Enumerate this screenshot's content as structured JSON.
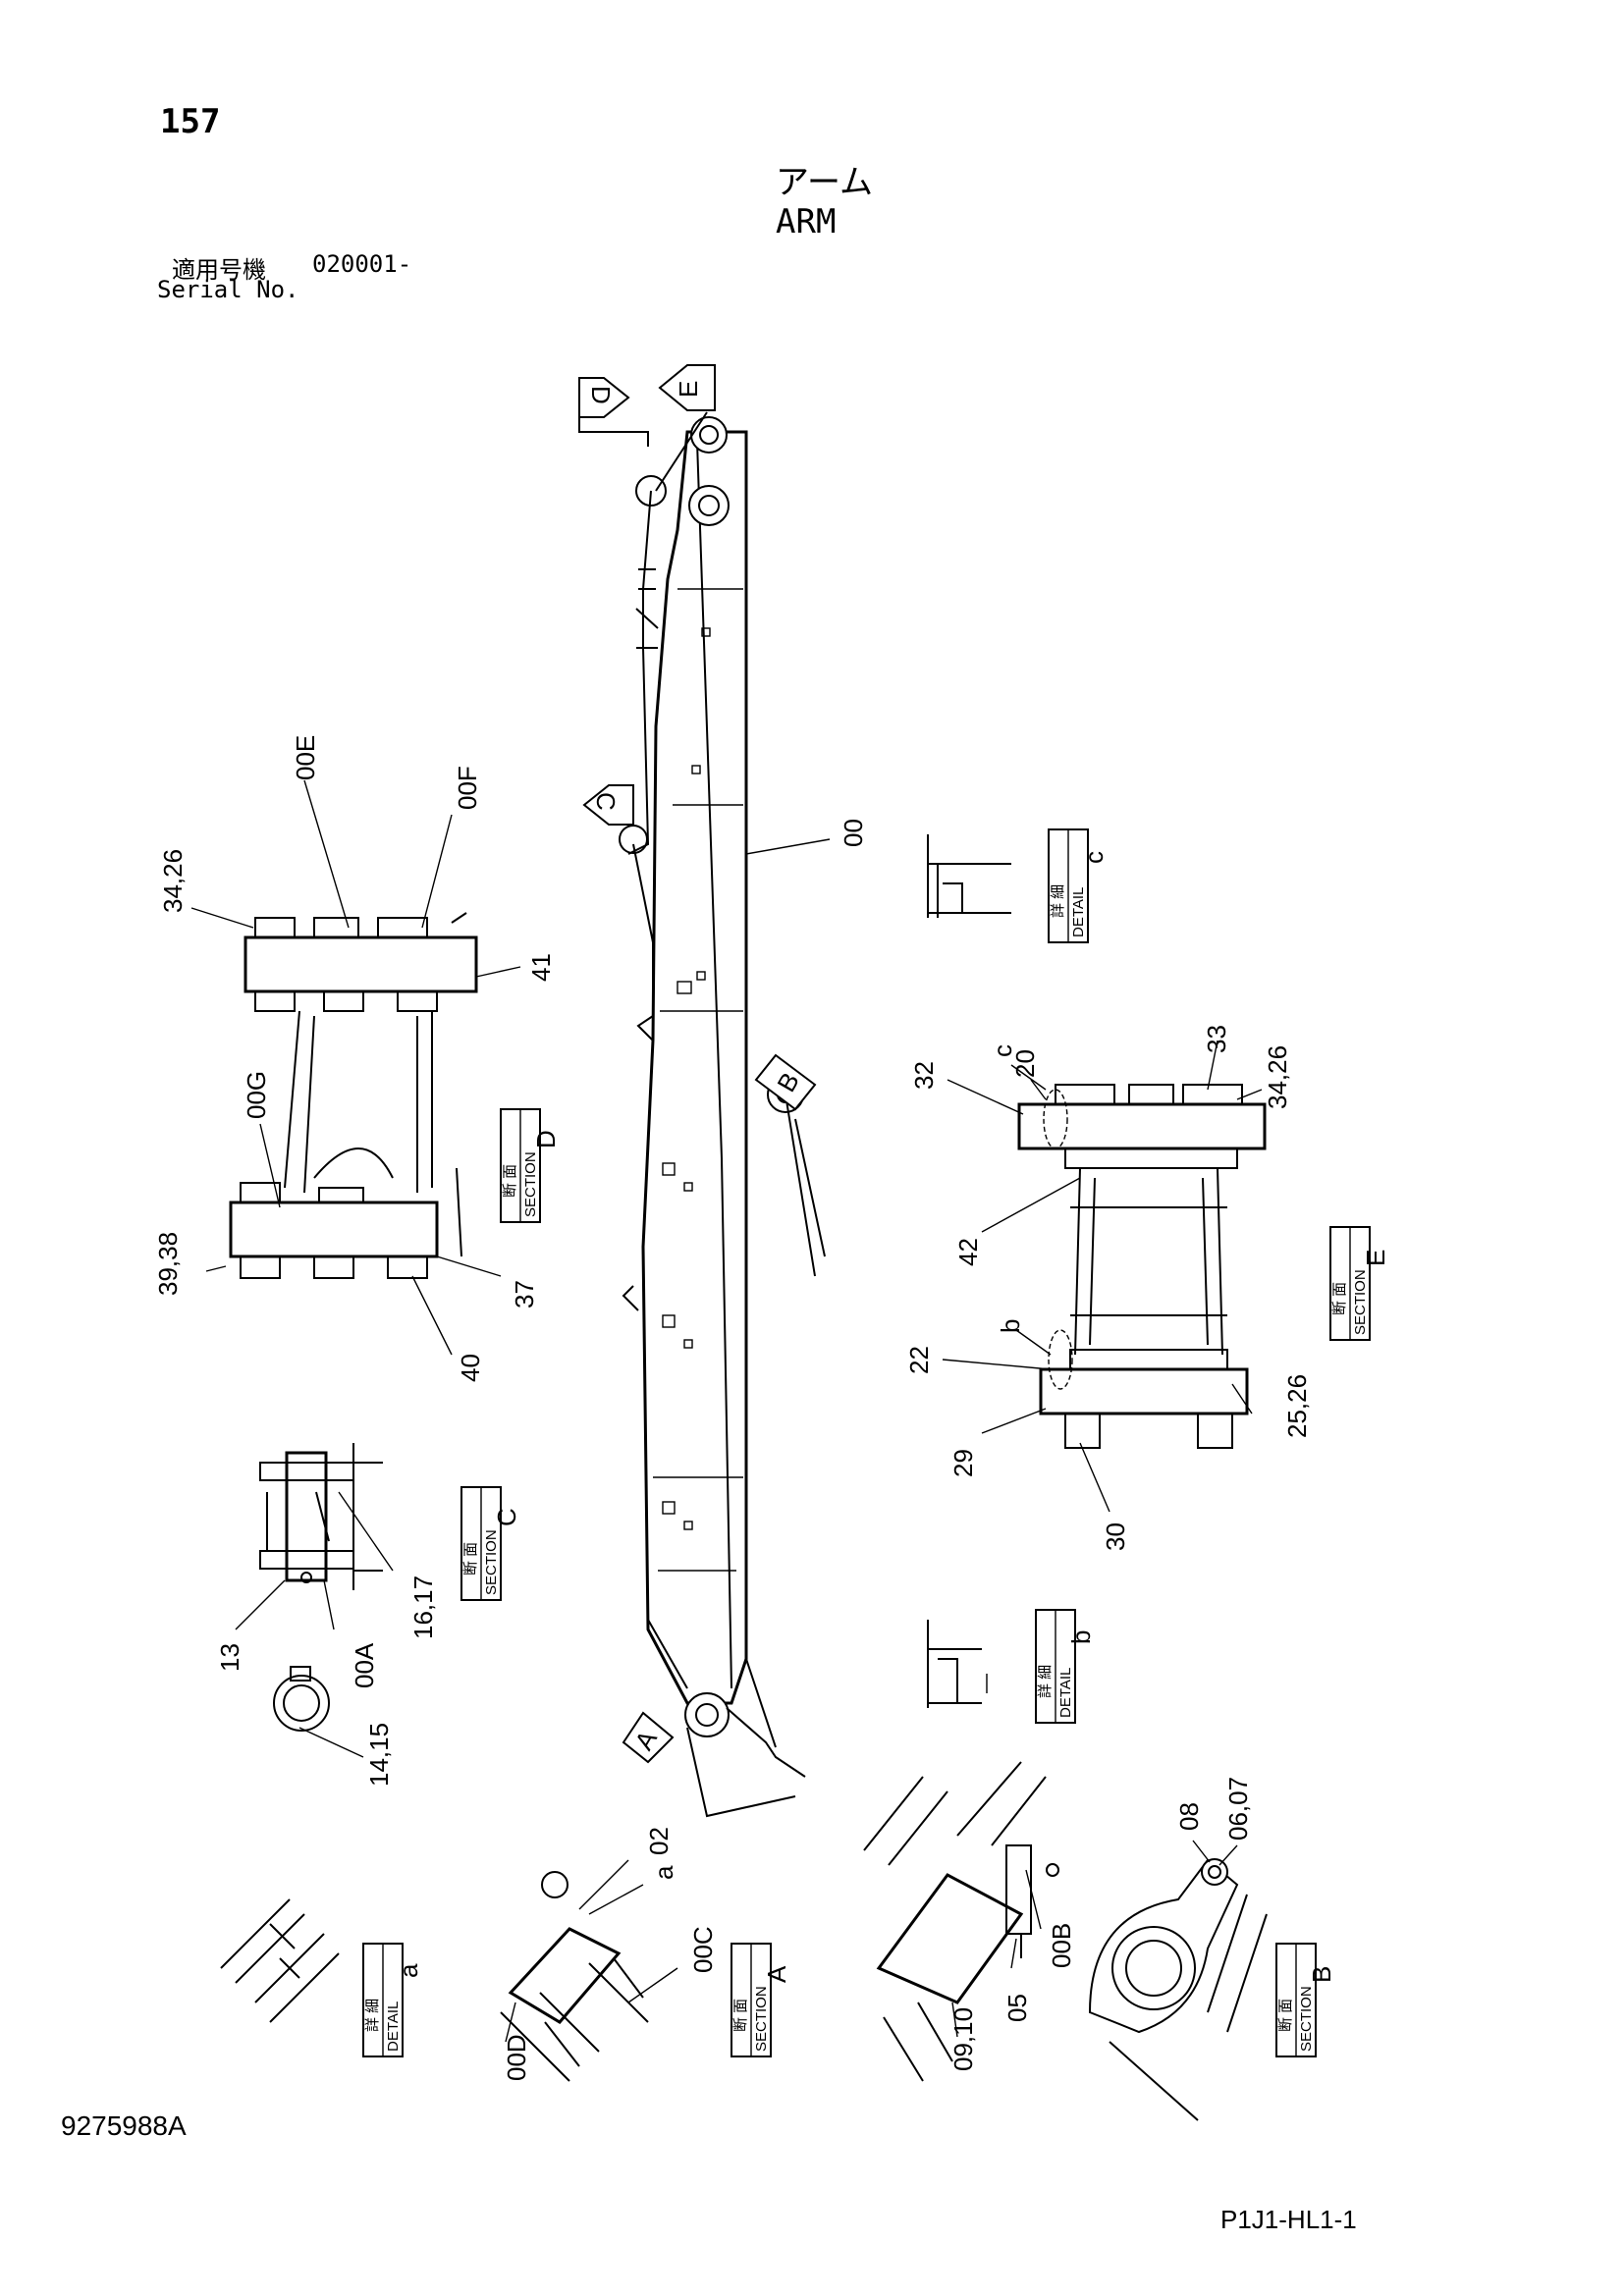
{
  "header": {
    "page_number": "157",
    "title_jp": "アーム",
    "title_en": "ARM",
    "serial_label_jp": "適用号機",
    "serial_range": "020001-",
    "serial_label_en": "Serial No."
  },
  "footer": {
    "doc_number": "9275988A",
    "code": "P1J1-HL1-1"
  },
  "view_markers": [
    "D",
    "E",
    "C",
    "B",
    "A"
  ],
  "callouts": {
    "c00": "00",
    "c00E": "00E",
    "c00F": "00F",
    "c34_26_left": "34,26",
    "c41": "41",
    "c00G": "00G",
    "c39_38": "39,38",
    "c40": "40",
    "c37": "37",
    "c13": "13",
    "c00A": "00A",
    "c16_17": "16,17",
    "c14_15": "14,15",
    "c33": "33",
    "c34_26_right": "34,26",
    "c32": "32",
    "c20": "20",
    "c_c": "c",
    "c42": "42",
    "c_b": "b",
    "c22": "22",
    "c29": "29",
    "c30": "30",
    "c25_26": "25,26",
    "c02": "02",
    "c_a": "a",
    "c00C": "00C",
    "c00D": "00D",
    "c00B": "00B",
    "c05": "05",
    "c09_10": "09,10",
    "c08": "08",
    "c06_07": "06,07"
  },
  "section_boxes": [
    {
      "kind_jp": "断 面",
      "kind_en": "SECTION",
      "letter": "D"
    },
    {
      "kind_jp": "断 面",
      "kind_en": "SECTION",
      "letter": "C"
    },
    {
      "kind_jp": "断 面",
      "kind_en": "SECTION",
      "letter": "E"
    },
    {
      "kind_jp": "断 面",
      "kind_en": "SECTION",
      "letter": "A"
    },
    {
      "kind_jp": "断 面",
      "kind_en": "SECTION",
      "letter": "B"
    }
  ],
  "detail_boxes": [
    {
      "kind_jp": "詳 細",
      "kind_en": "DETAIL",
      "letter": "c"
    },
    {
      "kind_jp": "詳 細",
      "kind_en": "DETAIL",
      "letter": "b"
    },
    {
      "kind_jp": "詳 細",
      "kind_en": "DETAIL",
      "letter": "a"
    }
  ]
}
